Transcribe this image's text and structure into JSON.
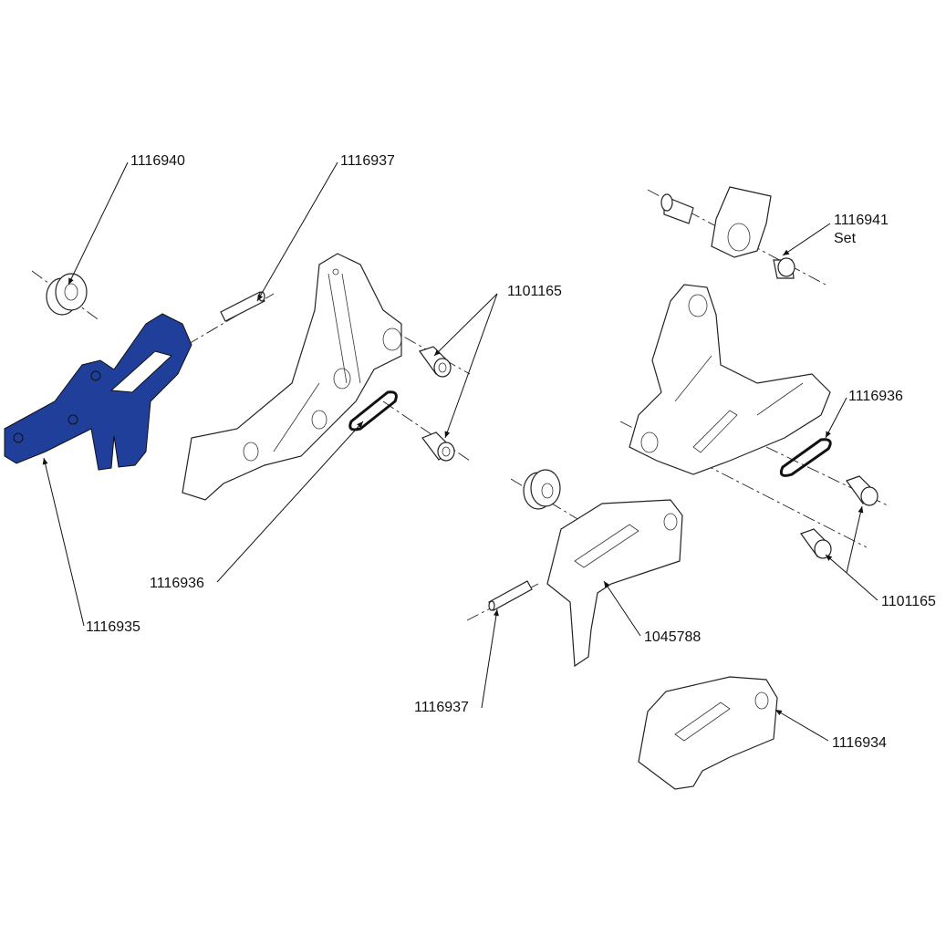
{
  "highlight_color": "#1f3f9a",
  "parts": [
    {
      "id": "p1",
      "number": "1116940"
    },
    {
      "id": "p2",
      "number": "1116937"
    },
    {
      "id": "p3",
      "number": "1101165"
    },
    {
      "id": "p4",
      "number": "1116941",
      "note": "Set"
    },
    {
      "id": "p5",
      "number": "1116936"
    },
    {
      "id": "p6",
      "number": "1116936"
    },
    {
      "id": "p7",
      "number": "1116935"
    },
    {
      "id": "p8",
      "number": "1101165"
    },
    {
      "id": "p9",
      "number": "1045788"
    },
    {
      "id": "p10",
      "number": "1116937"
    },
    {
      "id": "p11",
      "number": "1116934"
    }
  ]
}
